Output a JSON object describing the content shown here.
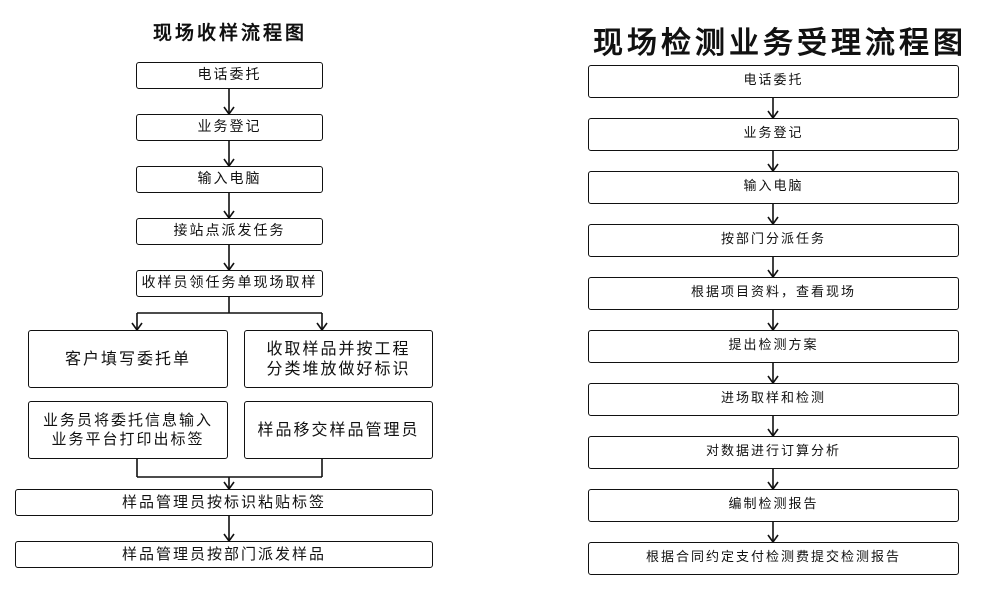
{
  "left_flow": {
    "title": "现场收样流程图",
    "steps": [
      "电话委托",
      "业务登记",
      "输入电脑",
      "接站点派发任务",
      "收样员领任务单现场取样"
    ],
    "branch_left": [
      "客户填写委托单",
      "业务员将委托信息输入\n业务平台打印出标签"
    ],
    "branch_right": [
      "收取样品并按工程\n分类堆放做好标识",
      "样品移交样品管理员"
    ],
    "final_steps": [
      "样品管理员按标识粘贴标签",
      "样品管理员按部门派发样品"
    ]
  },
  "right_flow": {
    "title": "现场检测业务受理流程图",
    "steps": [
      "电话委托",
      "业务登记",
      "输入电脑",
      "按部门分派任务",
      "根据项目资料，查看现场",
      "提出检测方案",
      "进场取样和检测",
      "对数据进行订算分析",
      "编制检测报告",
      "根据合同约定支付检测费提交检测报告"
    ]
  },
  "colors": {
    "line": "#111111",
    "box_fill": "#ffffff",
    "background": "#ffffff"
  }
}
